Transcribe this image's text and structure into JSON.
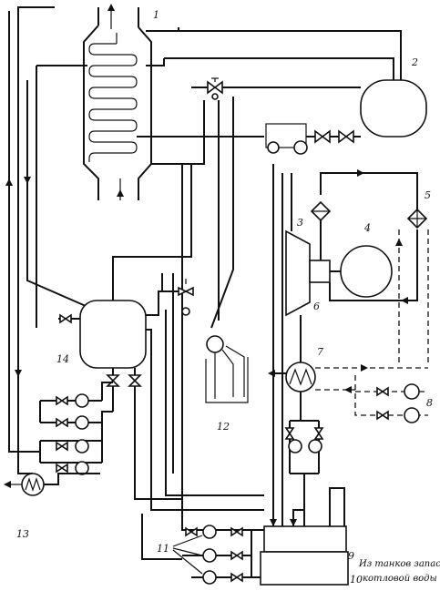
{
  "labels": {
    "l1": "1",
    "l2": "2",
    "l3": "3",
    "l4": "4",
    "l5": "5",
    "l6": "6",
    "l7": "7",
    "l8": "8",
    "l9": "9",
    "l10": "10",
    "l11": "11",
    "l12": "12",
    "l13": "13",
    "l14": "14"
  },
  "caption": {
    "line1": "Из танков запаса",
    "line2": "котловой воды"
  }
}
